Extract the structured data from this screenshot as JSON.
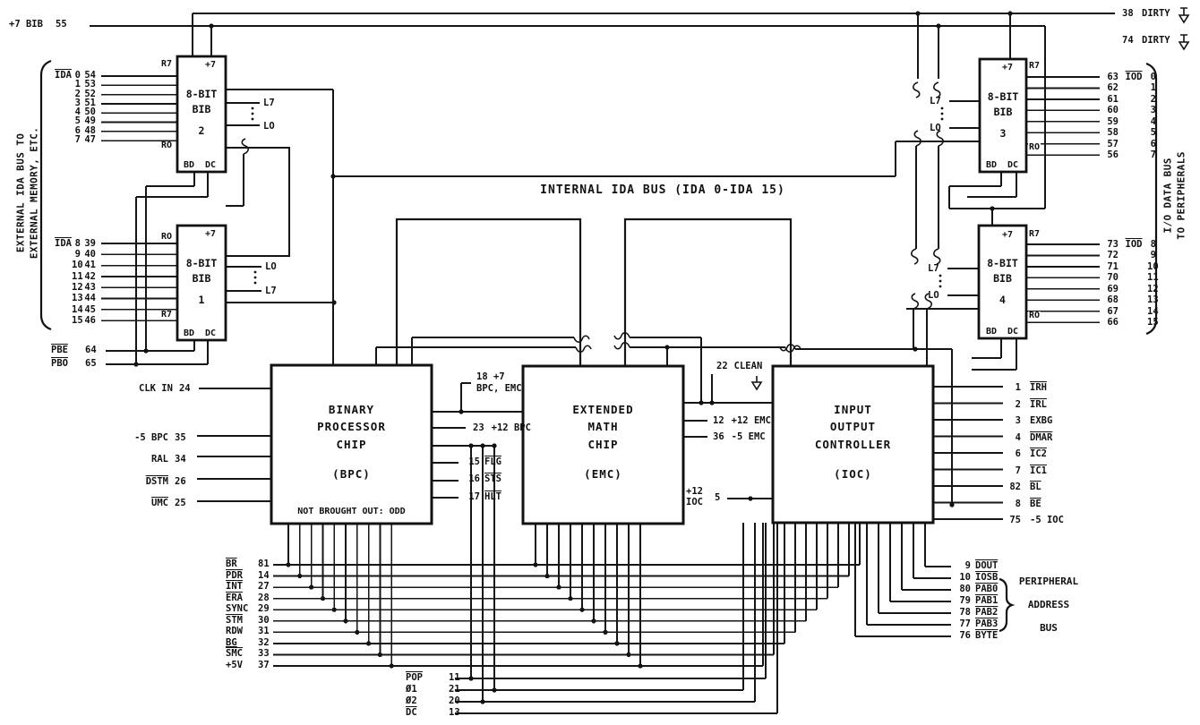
{
  "misc": {
    "plus7_bib": "+7 BIB",
    "plus7_pin": "55",
    "dirty38_pin": "38",
    "dirty38_sig": "DIRTY",
    "dirty74_pin": "74",
    "dirty74_sig": "DIRTY",
    "bus_label": "INTERNAL IDA BUS (IDA 0-IDA 15)",
    "left_note": [
      "EXTERNAL IDA BUS TO",
      "EXTERNAL MEMORY, ETC."
    ],
    "right_note": [
      "I/O DATA BUS",
      "TO PERIPHERALS"
    ],
    "pab_group": [
      "PERIPHERAL",
      "ADDRESS",
      "BUS"
    ],
    "pbe": {
      "sig": "PBE",
      "pin": "64"
    },
    "pbo": {
      "sig": "PBO",
      "pin": "65"
    },
    "clk": {
      "sig": "CLK IN",
      "pin": "24"
    }
  },
  "ports": {
    "r7": "R7",
    "ro": "RO",
    "plus7": "+7",
    "bd": "BD",
    "dc": "DC",
    "l7": "L7",
    "lo": "LO"
  },
  "bibs": {
    "bib1": {
      "t1": "8-BIT",
      "t2": "BIB",
      "num": "1"
    },
    "bib2": {
      "t1": "8-BIT",
      "t2": "BIB",
      "num": "2"
    },
    "bib3": {
      "t1": "8-BIT",
      "t2": "BIB",
      "num": "3"
    },
    "bib4": {
      "t1": "8-BIT",
      "t2": "BIB",
      "num": "4"
    }
  },
  "chips": {
    "bpc": {
      "name": [
        "BINARY",
        "PROCESSOR",
        "CHIP"
      ],
      "abbr": "(BPC)",
      "note": "NOT BROUGHT OUT: ODD"
    },
    "emc": {
      "name": [
        "EXTENDED",
        "MATH",
        "CHIP"
      ],
      "abbr": "(EMC)"
    },
    "ioc": {
      "name": [
        "INPUT",
        "OUTPUT",
        "CONTROLLER"
      ],
      "abbr": "(IOC)"
    }
  },
  "ida_upper": [
    {
      "sig": "IDA",
      "ov": true,
      "num": "0",
      "pin": "54"
    },
    {
      "num": "1",
      "pin": "53"
    },
    {
      "num": "2",
      "pin": "52"
    },
    {
      "num": "3",
      "pin": "51"
    },
    {
      "num": "4",
      "pin": "50"
    },
    {
      "num": "5",
      "pin": "49"
    },
    {
      "num": "6",
      "pin": "48"
    },
    {
      "num": "7",
      "pin": "47"
    }
  ],
  "ida_lower": [
    {
      "sig": "IDA",
      "ov": true,
      "num": "8",
      "pin": "39"
    },
    {
      "num": "9",
      "pin": "40"
    },
    {
      "num": "10",
      "pin": "41"
    },
    {
      "num": "11",
      "pin": "42"
    },
    {
      "num": "12",
      "pin": "43"
    },
    {
      "num": "13",
      "pin": "44"
    },
    {
      "num": "14",
      "pin": "45"
    },
    {
      "num": "15",
      "pin": "46"
    }
  ],
  "iod_upper": [
    {
      "pin": "63",
      "sig": "IOD",
      "ov": true,
      "num": "0"
    },
    {
      "pin": "62",
      "num": "1"
    },
    {
      "pin": "61",
      "num": "2"
    },
    {
      "pin": "60",
      "num": "3"
    },
    {
      "pin": "59",
      "num": "4"
    },
    {
      "pin": "58",
      "num": "5"
    },
    {
      "pin": "57",
      "num": "6"
    },
    {
      "pin": "56",
      "num": "7"
    }
  ],
  "iod_lower": [
    {
      "pin": "73",
      "sig": "IOD",
      "ov": true,
      "num": "8"
    },
    {
      "pin": "72",
      "num": "9"
    },
    {
      "pin": "71",
      "num": "10"
    },
    {
      "pin": "70",
      "num": "11"
    },
    {
      "pin": "69",
      "num": "12"
    },
    {
      "pin": "68",
      "num": "13"
    },
    {
      "pin": "67",
      "num": "14"
    },
    {
      "pin": "66",
      "num": "15"
    }
  ],
  "bpc_left": [
    {
      "sig": "-5 BPC",
      "pin": "35"
    },
    {
      "sig": "RAL",
      "pin": "34"
    },
    {
      "sig": "DSTM",
      "pin": "26",
      "ov": true
    },
    {
      "sig": "UMC",
      "pin": "25",
      "ov": true
    }
  ],
  "bpc_right": {
    "p18a": "18 +7",
    "p18b": "BPC, EMC",
    "p23": {
      "pin": "23",
      "sig": "+12 BPC"
    },
    "flags": [
      {
        "pin": "15",
        "sig": "FLG",
        "ov": true
      },
      {
        "pin": "16",
        "sig": "STS",
        "ov": true
      },
      {
        "pin": "17",
        "sig": "HLT",
        "ov": true
      }
    ]
  },
  "emc_right": {
    "p22": {
      "pin": "22",
      "sig": "CLEAN"
    },
    "p12": {
      "pin": "12",
      "sig": "+12 EMC"
    },
    "p36": {
      "pin": "36",
      "sig": "-5 EMC"
    },
    "p5a": "+12",
    "p5b": "IOC",
    "p5pin": "5"
  },
  "ioc_right": [
    {
      "pin": "1",
      "sig": "IRH",
      "ov": true
    },
    {
      "pin": "2",
      "sig": "IRL",
      "ov": true
    },
    {
      "pin": "3",
      "sig": "EXBG"
    },
    {
      "pin": "4",
      "sig": "DMAR",
      "ov": true
    },
    {
      "pin": "6",
      "sig": "IC2",
      "ov": true
    },
    {
      "pin": "7",
      "sig": "IC1",
      "ov": true
    },
    {
      "pin": "82",
      "sig": "BL",
      "ov": true
    },
    {
      "pin": "8",
      "sig": "BE",
      "ov": true
    },
    {
      "pin": "75",
      "sig": "-5 IOC"
    }
  ],
  "bottom_left": [
    {
      "sig": "BR",
      "pin": "81",
      "ov": true
    },
    {
      "sig": "PDR",
      "pin": "14",
      "ov": true
    },
    {
      "sig": "INT",
      "pin": "27",
      "ov": true
    },
    {
      "sig": "ERA",
      "pin": "28",
      "ov": true
    },
    {
      "sig": "SYNC",
      "pin": "29"
    },
    {
      "sig": "STM",
      "pin": "30",
      "ov": true
    },
    {
      "sig": "RDW",
      "pin": "31"
    },
    {
      "sig": "BG",
      "pin": "32",
      "un": true
    },
    {
      "sig": "SMC",
      "pin": "33",
      "ov": true
    },
    {
      "sig": "+5V",
      "pin": "37"
    }
  ],
  "clock": [
    {
      "sig": "POP",
      "pin": "11",
      "ov": true
    },
    {
      "sig": "Ø1",
      "pin": "21"
    },
    {
      "sig": "Ø2",
      "pin": "20"
    },
    {
      "sig": "DC",
      "pin": "13",
      "ov": true
    }
  ],
  "bottom_right": [
    {
      "pin": "9",
      "sig": "DOUT",
      "ov": true
    },
    {
      "pin": "10",
      "sig": "IOSB",
      "ov": true
    },
    {
      "pin": "80",
      "sig": "PAB0",
      "ov": true
    },
    {
      "pin": "79",
      "sig": "PAB1",
      "ov": true
    },
    {
      "pin": "78",
      "sig": "PAB2",
      "ov": true
    },
    {
      "pin": "77",
      "sig": "PAB3",
      "ov": true
    },
    {
      "pin": "76",
      "sig": "BYTE",
      "ov": true
    }
  ]
}
